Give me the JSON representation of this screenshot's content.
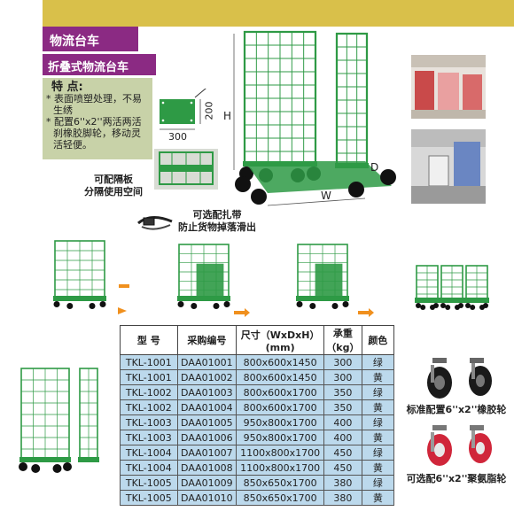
{
  "header": {
    "title": "物流台车",
    "subtitle": "折叠式物流台车"
  },
  "features": {
    "heading": "特 点:",
    "items": [
      "* 表面喷塑处理，不易生绣",
      "* 配置6''x2''两活两活刹橡胶脚轮，移动灵活轻便。"
    ]
  },
  "dimensions": {
    "plate_width": "300",
    "plate_height": "200",
    "h": "H",
    "w": "W",
    "d": "D"
  },
  "labels": {
    "shelf_note": "可配隔板\n分隔使用空间",
    "strap_note": "可选配扎带\n防止货物掉落滑出",
    "rubber_wheel": "标准配置6''x2''橡胶轮",
    "pu_wheel": "可选配6''x2''聚氨脂轮"
  },
  "table": {
    "headers": [
      "型 号",
      "采购编号",
      "尺寸（WxDxH）(mm)",
      "承重（kg）",
      "颜色"
    ],
    "rows": [
      [
        "TKL-1001",
        "DAA01001",
        "800x600x1450",
        "300",
        "绿"
      ],
      [
        "TKL-1001",
        "DAA01002",
        "800x600x1450",
        "300",
        "黄"
      ],
      [
        "TKL-1002",
        "DAA01003",
        "800x600x1700",
        "350",
        "绿"
      ],
      [
        "TKL-1002",
        "DAA01004",
        "800x600x1700",
        "350",
        "黄"
      ],
      [
        "TKL-1003",
        "DAA01005",
        "950x800x1700",
        "400",
        "绿"
      ],
      [
        "TKL-1003",
        "DAA01006",
        "950x800x1700",
        "400",
        "黄"
      ],
      [
        "TKL-1004",
        "DAA01007",
        "1100x800x1700",
        "450",
        "绿"
      ],
      [
        "TKL-1004",
        "DAA01008",
        "1100x800x1700",
        "450",
        "黄"
      ],
      [
        "TKL-1005",
        "DAA01009",
        "850x650x1700",
        "380",
        "绿"
      ],
      [
        "TKL-1005",
        "DAA01010",
        "850x650x1700",
        "380",
        "黄"
      ]
    ]
  },
  "colors": {
    "brand": "#8b2a83",
    "accent_strip": "#d9c04a",
    "cart_green": "#2e9a45",
    "table_cell": "#bcd9ec",
    "arrow": "#f0901e"
  }
}
